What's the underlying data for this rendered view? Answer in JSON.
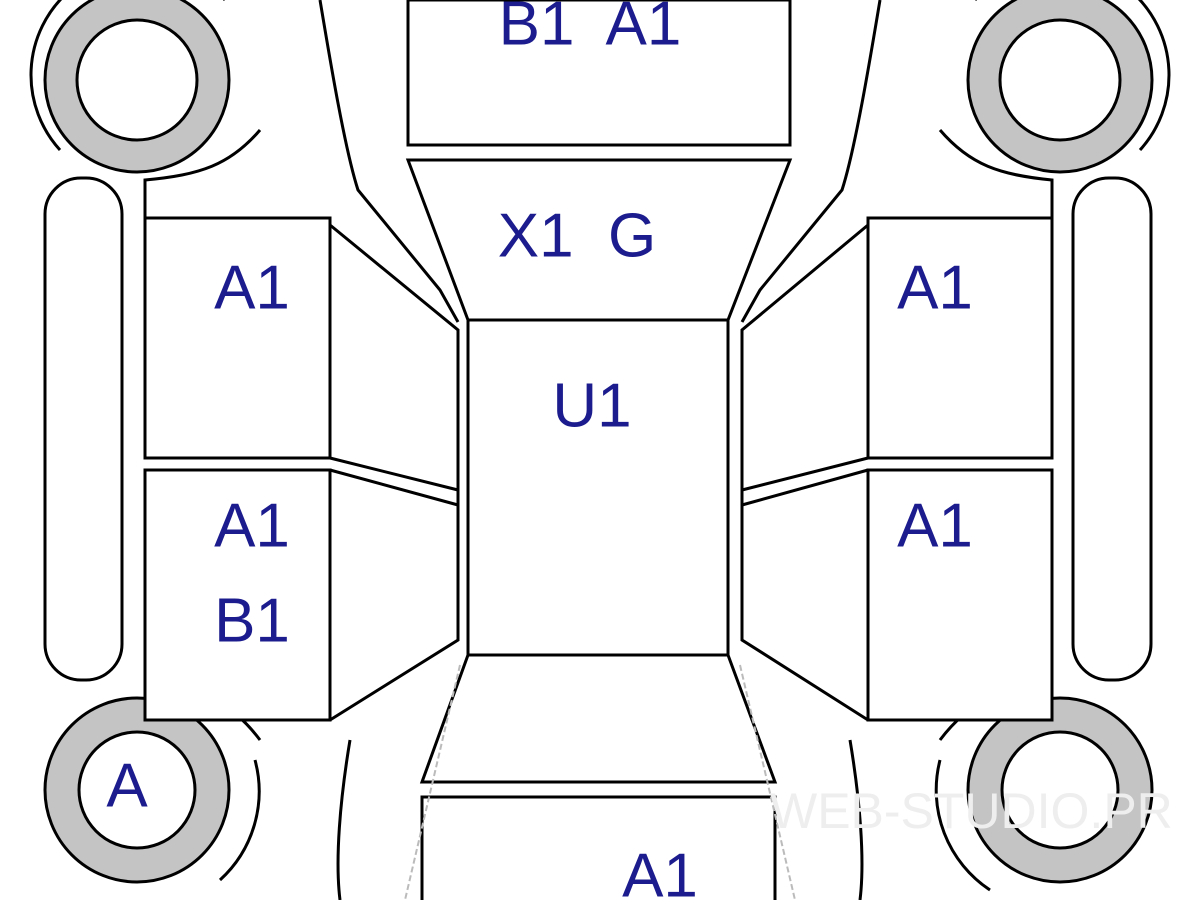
{
  "diagram": {
    "text_color": "#1c1c8e",
    "tire_color": "#c4c4c4",
    "labels": {
      "hood": "B1  A1",
      "windshield": "X1  G",
      "roof": "U1",
      "left_front_door": "A1",
      "left_rear_door_1": "A1",
      "left_rear_door_2": "B1",
      "right_front_door": "A1",
      "right_rear_door": "A1",
      "left_rear_wheel": "A",
      "trunk": "A1"
    },
    "watermark": "WEB-STUDIO.PR"
  }
}
